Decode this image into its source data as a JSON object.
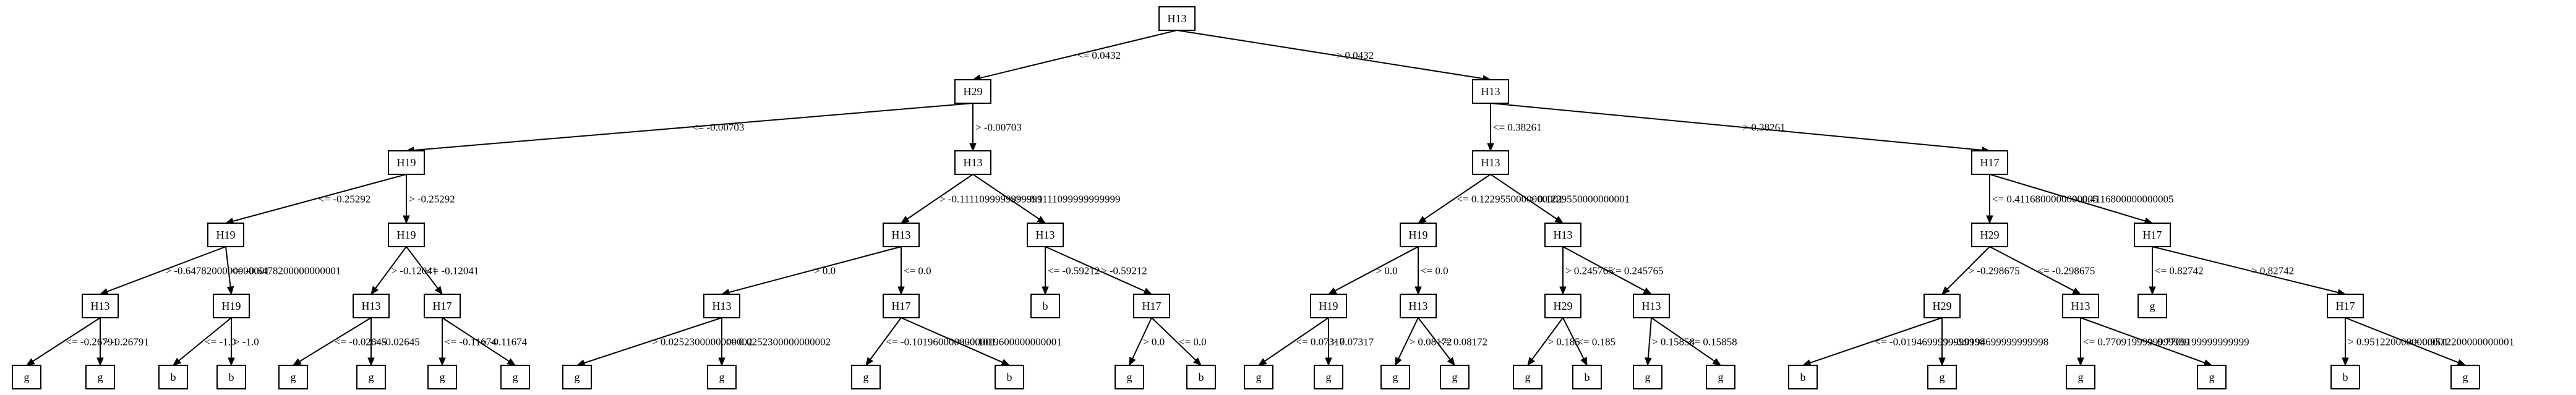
{
  "nodes": [
    {
      "id": "n0",
      "label": "H13"
    },
    {
      "id": "n1",
      "label": "H29"
    },
    {
      "id": "n2",
      "label": "H13"
    },
    {
      "id": "n3",
      "label": "H19"
    },
    {
      "id": "n4",
      "label": "H13"
    },
    {
      "id": "n5",
      "label": "H13"
    },
    {
      "id": "n6",
      "label": "H17"
    },
    {
      "id": "n7",
      "label": "H19"
    },
    {
      "id": "n8",
      "label": "H19"
    },
    {
      "id": "n9",
      "label": "H13"
    },
    {
      "id": "n10",
      "label": "H13"
    },
    {
      "id": "n11",
      "label": "H19"
    },
    {
      "id": "n12",
      "label": "H13"
    },
    {
      "id": "n13",
      "label": "H29"
    },
    {
      "id": "n14",
      "label": "H17"
    },
    {
      "id": "n15",
      "label": "H13"
    },
    {
      "id": "n16",
      "label": "H19"
    },
    {
      "id": "n17",
      "label": "H13"
    },
    {
      "id": "n18",
      "label": "H17"
    },
    {
      "id": "n19",
      "label": "H13"
    },
    {
      "id": "n20",
      "label": "H17"
    },
    {
      "id": "n21",
      "label": "b"
    },
    {
      "id": "n22",
      "label": "H17"
    },
    {
      "id": "n23",
      "label": "H19"
    },
    {
      "id": "n24",
      "label": "H13"
    },
    {
      "id": "n25",
      "label": "H29"
    },
    {
      "id": "n26",
      "label": "H13"
    },
    {
      "id": "n27",
      "label": "H29"
    },
    {
      "id": "n28",
      "label": "H13"
    },
    {
      "id": "n29",
      "label": "g"
    },
    {
      "id": "n30",
      "label": "H17"
    },
    {
      "id": "n31",
      "label": "g"
    },
    {
      "id": "n32",
      "label": "g"
    },
    {
      "id": "n33",
      "label": "b"
    },
    {
      "id": "n34",
      "label": "b"
    },
    {
      "id": "n35",
      "label": "g"
    },
    {
      "id": "n36",
      "label": "g"
    },
    {
      "id": "n37",
      "label": "g"
    },
    {
      "id": "n38",
      "label": "g"
    },
    {
      "id": "n39",
      "label": "g"
    },
    {
      "id": "n40",
      "label": "g"
    },
    {
      "id": "n41",
      "label": "g"
    },
    {
      "id": "n42",
      "label": "b"
    },
    {
      "id": "n43",
      "label": "g"
    },
    {
      "id": "n44",
      "label": "b"
    },
    {
      "id": "n45",
      "label": "g"
    },
    {
      "id": "n46",
      "label": "g"
    },
    {
      "id": "n47",
      "label": "g"
    },
    {
      "id": "n48",
      "label": "g"
    },
    {
      "id": "n49",
      "label": "g"
    },
    {
      "id": "n50",
      "label": "b"
    },
    {
      "id": "n51",
      "label": "g"
    },
    {
      "id": "n52",
      "label": "g"
    },
    {
      "id": "n53",
      "label": "b"
    },
    {
      "id": "n54",
      "label": "g"
    },
    {
      "id": "n55",
      "label": "g"
    },
    {
      "id": "n56",
      "label": "g"
    },
    {
      "id": "n57",
      "label": "b"
    },
    {
      "id": "n58",
      "label": "g"
    }
  ],
  "edges": [
    {
      "from": "n0",
      "to": "n1",
      "label": "<= 0.0432"
    },
    {
      "from": "n0",
      "to": "n2",
      "label": "> 0.0432"
    },
    {
      "from": "n1",
      "to": "n3",
      "label": "<= -0.00703"
    },
    {
      "from": "n1",
      "to": "n4",
      "label": "> -0.00703"
    },
    {
      "from": "n2",
      "to": "n5",
      "label": "<= 0.38261"
    },
    {
      "from": "n2",
      "to": "n6",
      "label": "> 0.38261"
    },
    {
      "from": "n3",
      "to": "n7",
      "label": "<= -0.25292"
    },
    {
      "from": "n3",
      "to": "n8",
      "label": "> -0.25292"
    },
    {
      "from": "n4",
      "to": "n9",
      "label": "> -0.1111099999999999"
    },
    {
      "from": "n4",
      "to": "n10",
      "label": "<= -0.1111099999999999"
    },
    {
      "from": "n5",
      "to": "n11",
      "label": "<= 0.1229550000000001"
    },
    {
      "from": "n5",
      "to": "n12",
      "label": "> 0.1229550000000001"
    },
    {
      "from": "n6",
      "to": "n13",
      "label": "<= 0.4116800000000005"
    },
    {
      "from": "n6",
      "to": "n14",
      "label": "> 0.4116800000000005"
    },
    {
      "from": "n7",
      "to": "n15",
      "label": "> -0.6478200000000001"
    },
    {
      "from": "n7",
      "to": "n16",
      "label": "<= -0.6478200000000001"
    },
    {
      "from": "n8",
      "to": "n17",
      "label": "> -0.12041"
    },
    {
      "from": "n8",
      "to": "n18",
      "label": "<= -0.12041"
    },
    {
      "from": "n9",
      "to": "n19",
      "label": "> 0.0"
    },
    {
      "from": "n9",
      "to": "n20",
      "label": "<= 0.0"
    },
    {
      "from": "n10",
      "to": "n21",
      "label": "<= -0.59212"
    },
    {
      "from": "n10",
      "to": "n22",
      "label": "> -0.59212"
    },
    {
      "from": "n11",
      "to": "n23",
      "label": "> 0.0"
    },
    {
      "from": "n11",
      "to": "n24",
      "label": "<= 0.0"
    },
    {
      "from": "n12",
      "to": "n25",
      "label": "> 0.245765"
    },
    {
      "from": "n12",
      "to": "n26",
      "label": "<= 0.245765"
    },
    {
      "from": "n13",
      "to": "n27",
      "label": "> -0.298675"
    },
    {
      "from": "n13",
      "to": "n28",
      "label": "<= -0.298675"
    },
    {
      "from": "n14",
      "to": "n29",
      "label": "<= 0.82742"
    },
    {
      "from": "n14",
      "to": "n30",
      "label": "> 0.82742"
    },
    {
      "from": "n15",
      "to": "n31",
      "label": "<= -0.26791"
    },
    {
      "from": "n15",
      "to": "n32",
      "label": "> -0.26791"
    },
    {
      "from": "n16",
      "to": "n33",
      "label": "<= -1.0"
    },
    {
      "from": "n16",
      "to": "n34",
      "label": "> -1.0"
    },
    {
      "from": "n17",
      "to": "n35",
      "label": "<= -0.02645"
    },
    {
      "from": "n17",
      "to": "n36",
      "label": "> -0.02645"
    },
    {
      "from": "n18",
      "to": "n37",
      "label": "<= -0.11674"
    },
    {
      "from": "n18",
      "to": "n38",
      "label": "> -0.11674"
    },
    {
      "from": "n19",
      "to": "n39",
      "label": "> 0.0252300000000002"
    },
    {
      "from": "n19",
      "to": "n40",
      "label": "<= 0.0252300000000002"
    },
    {
      "from": "n20",
      "to": "n41",
      "label": "<= -0.1019600000000001"
    },
    {
      "from": "n20",
      "to": "n42",
      "label": "> -0.1019600000000001"
    },
    {
      "from": "n22",
      "to": "n43",
      "label": "> 0.0"
    },
    {
      "from": "n22",
      "to": "n44",
      "label": "<= 0.0"
    },
    {
      "from": "n23",
      "to": "n45",
      "label": "<= 0.07317"
    },
    {
      "from": "n23",
      "to": "n46",
      "label": "> 0.07317"
    },
    {
      "from": "n24",
      "to": "n47",
      "label": "> 0.08172"
    },
    {
      "from": "n24",
      "to": "n48",
      "label": "<= 0.08172"
    },
    {
      "from": "n25",
      "to": "n49",
      "label": "> 0.185"
    },
    {
      "from": "n25",
      "to": "n50",
      "label": "<= 0.185"
    },
    {
      "from": "n26",
      "to": "n51",
      "label": "> 0.15858"
    },
    {
      "from": "n26",
      "to": "n52",
      "label": "<= 0.15858"
    },
    {
      "from": "n27",
      "to": "n53",
      "label": "<= -0.0194699999999998"
    },
    {
      "from": "n27",
      "to": "n54",
      "label": "> -0.0194699999999998"
    },
    {
      "from": "n28",
      "to": "n55",
      "label": "<= 0.7709199999999999"
    },
    {
      "from": "n28",
      "to": "n56",
      "label": "> 0.7709199999999999"
    },
    {
      "from": "n30",
      "to": "n57",
      "label": "> 0.9512200000000001"
    },
    {
      "from": "n30",
      "to": "n58",
      "label": "<= 0.9512200000000001"
    }
  ]
}
